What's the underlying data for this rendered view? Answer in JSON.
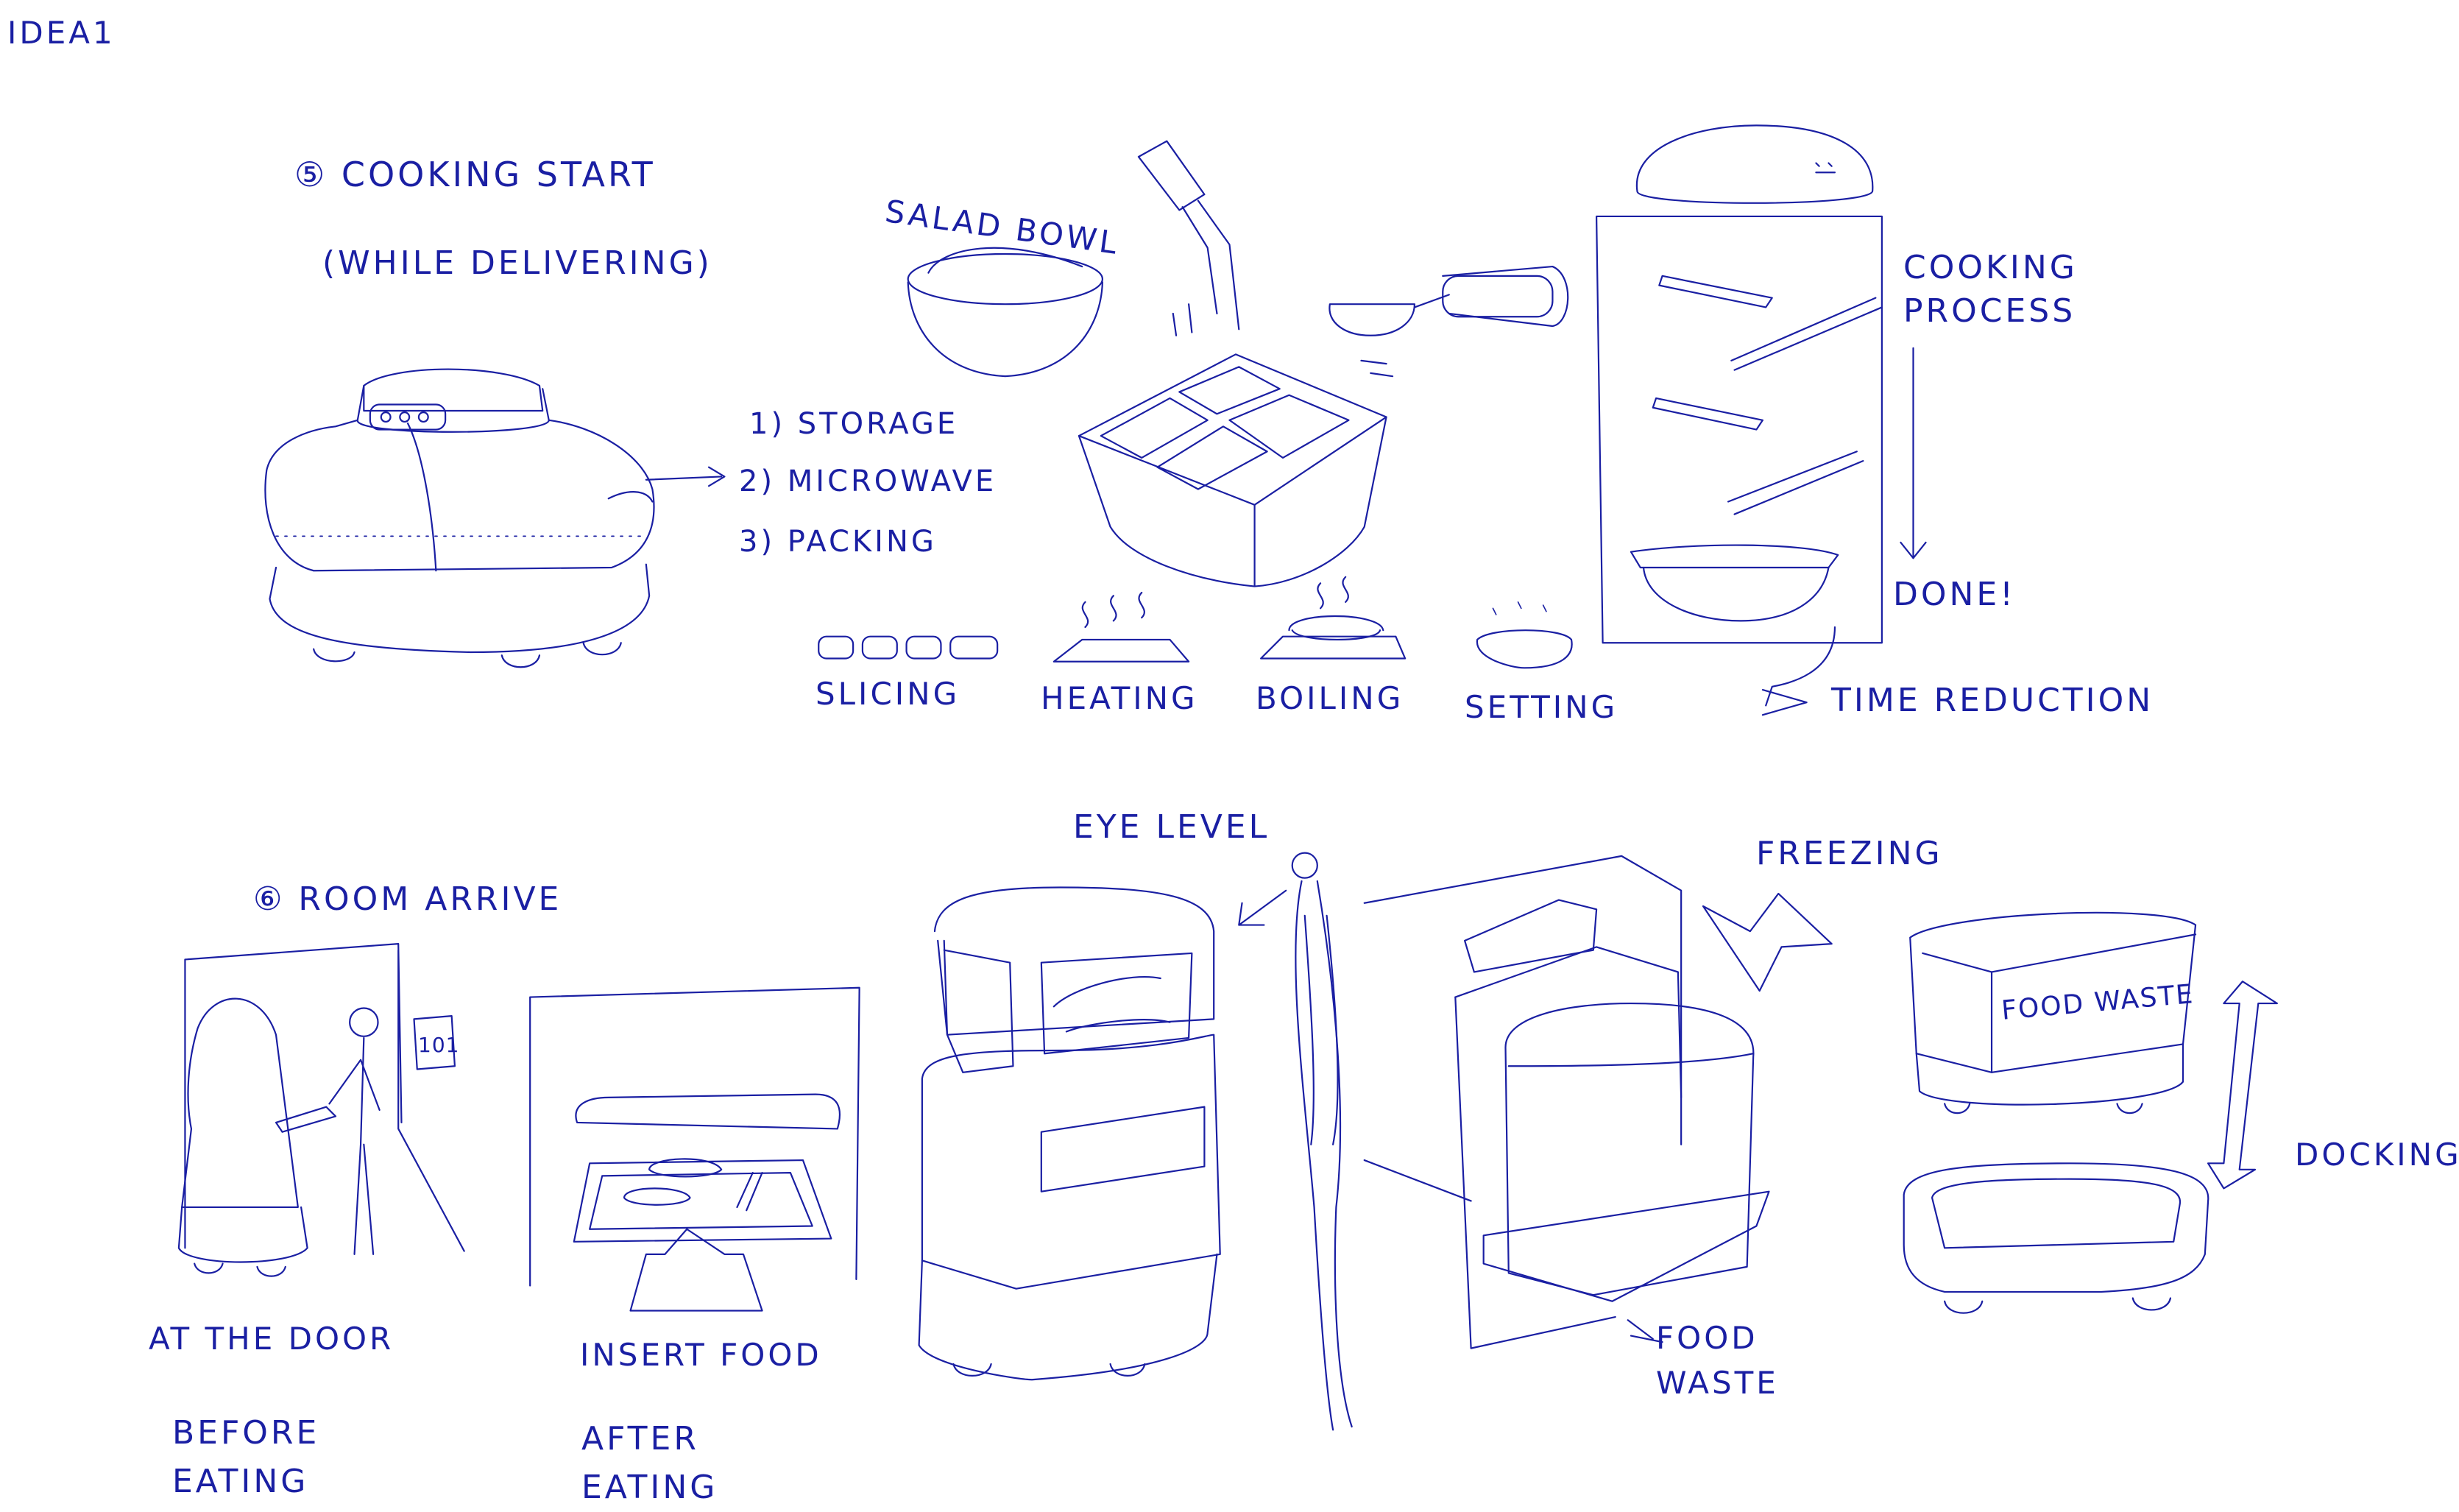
{
  "page_label": "IDEA1",
  "section5": {
    "title": "⑤ COOKING  START",
    "subtitle": "(WHILE DELIVERING)",
    "functions": [
      "1) STORAGE",
      "2) MICROWAVE",
      "3) PACKING"
    ],
    "bowl_label": "SALAD BOWL",
    "steps": [
      "SLICING",
      "HEATING",
      "BOILING",
      "SETTING"
    ],
    "process_label": "COOKING\nPROCESS",
    "done_label": "DONE!",
    "reduction_label": "TIME REDUCTION"
  },
  "section6": {
    "title": "⑥ ROOM ARRIVE",
    "room_number": "101",
    "door_label": "AT THE DOOR",
    "insert_label": "INSERT FOOD",
    "before_label": "BEFORE\nEATING",
    "after_label": "AFTER\nEATING",
    "eye_label": "EYE LEVEL",
    "freezing_label": "FREEZING",
    "waste_label": "FOOD\nWASTE",
    "bin_label": "FOOD WASTE",
    "docking_label": "DOCKING"
  },
  "colors": {
    "ink": "#1a1fa3",
    "paper": "#ffffff"
  }
}
